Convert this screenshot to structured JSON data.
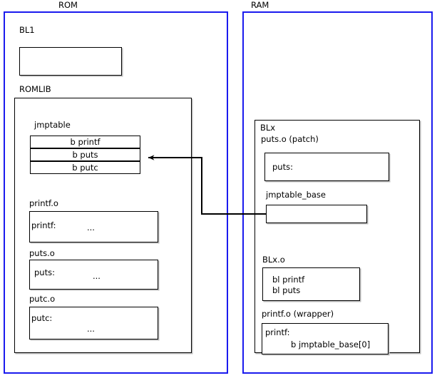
{
  "diagram": {
    "title_labels": {
      "rom": "ROM",
      "ram": "RAM"
    },
    "rom": {
      "bl1_label": "BL1",
      "romlib_label": "ROMLIB",
      "jmptable": {
        "label": "jmptable",
        "entries": [
          "b printf",
          "b puts",
          "b putc"
        ]
      },
      "objects": [
        {
          "label": "printf.o",
          "symbol": "printf:",
          "body": "..."
        },
        {
          "label": "puts.o",
          "symbol": "puts:",
          "body": "..."
        },
        {
          "label": "putc.o",
          "symbol": "putc:",
          "body": "..."
        }
      ]
    },
    "ram": {
      "blx_label": "BLx",
      "patch": {
        "label": "puts.o (patch)",
        "symbol": "puts:"
      },
      "jmptable_base": {
        "label": "jmptable_base",
        "contents": ""
      },
      "blx_o": {
        "label": "BLx.o",
        "lines": [
          "bl printf",
          "bl puts"
        ]
      },
      "printf_wrapper": {
        "label": "printf.o (wrapper)",
        "lines": [
          "printf:",
          "b jmptable_base[0]"
        ]
      }
    },
    "connector": {
      "name": "jmptable-base-to-b-puts-arrow",
      "from": "jmptable_base",
      "to": "b puts"
    },
    "colors": {
      "region_border": "#1a1aee",
      "box_border": "#000000",
      "background": "#ffffff",
      "text": "#000000"
    }
  }
}
